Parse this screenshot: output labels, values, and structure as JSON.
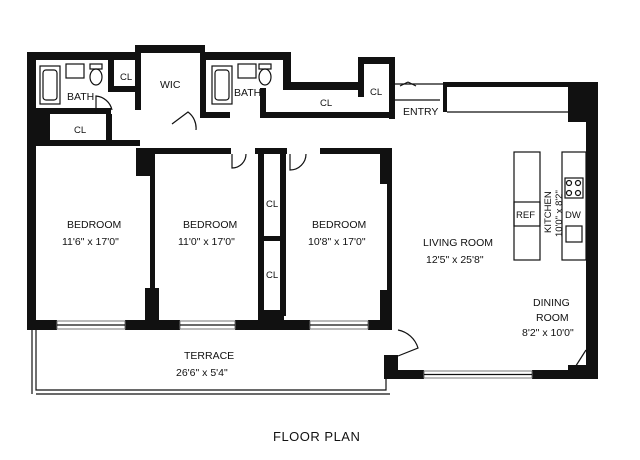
{
  "rooms": {
    "bath_left": "BATH",
    "cl_top_left": "CL",
    "wic": "WIC",
    "bath_mid": "BATH",
    "cl_top_mid": "CL",
    "cl_top_right": "CL",
    "entry": "ENTRY",
    "cl_left": "CL",
    "bedroom1": {
      "name": "BEDROOM",
      "dims": "11'6\" x 17'0\""
    },
    "bedroom2": {
      "name": "BEDROOM",
      "dims": "11'0\" x 17'0\""
    },
    "cl_mid_upper": "CL",
    "cl_mid_lower": "CL",
    "bedroom3": {
      "name": "BEDROOM",
      "dims": "10'8\" x 17'0\""
    },
    "living": {
      "name": "LIVING ROOM",
      "dims": "12'5\" x 25'8\""
    },
    "kitchen": {
      "name": "KITCHEN",
      "dims": "10'0\" x 8'2\""
    },
    "ref": "REF",
    "dw": "DW",
    "dining": {
      "name1": "DINING",
      "name2": "ROOM",
      "dims": "8'2\" x 10'0\""
    },
    "terrace": {
      "name": "TERRACE",
      "dims": "26'6\" x 5'4\""
    }
  },
  "caption": "FLOOR PLAN"
}
